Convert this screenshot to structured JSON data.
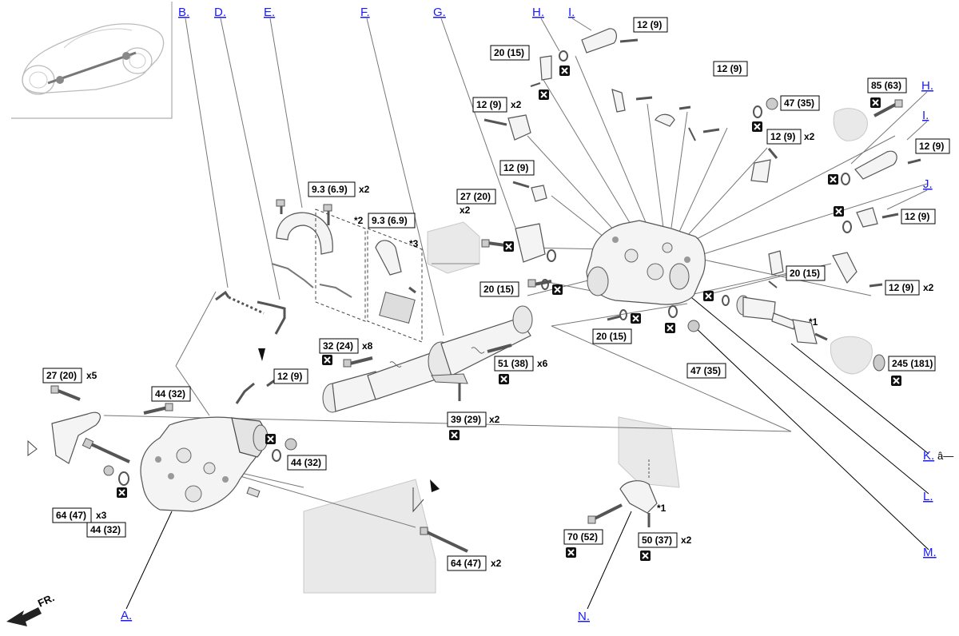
{
  "callouts": {
    "A": "A.",
    "B": "B.",
    "D": "D.",
    "E": "E.",
    "F": "F.",
    "G": "G.",
    "H": "H.",
    "I": "I.",
    "J": "J.",
    "K": "K.",
    "L": "L.",
    "M": "M.",
    "N": "N."
  },
  "k_extra": "â—",
  "torques": {
    "t_27_20_x5": "27 (20)",
    "t_44_32_top": "44 (32)",
    "t_64_47_x3": "64 (47)",
    "t_44_32_bot": "44 (32)",
    "t_44_32_right": "44 (32)",
    "t_64_47_x2": "64 (47)",
    "t_12_9_link": "12 (9)",
    "t_32_24": "32 (24)",
    "t_9_3_a": "9.3 (6.9)",
    "t_9_3_b": "9.3 (6.9)",
    "t_27_20_x2": "27 (20)",
    "t_12_9_g": "12 (9)",
    "t_12_9_x2_g": "12 (9)",
    "t_20_15_h": "20 (15)",
    "t_12_9_i": "12 (9)",
    "t_12_9_mid": "12 (9)",
    "t_20_15_mid": "20 (15)",
    "t_51_38": "51 (38)",
    "t_39_29": "39 (29)",
    "t_20_15_low": "20 (15)",
    "t_47_35_low": "47 (35)",
    "t_47_35_top": "47 (35)",
    "t_12_9_x2_r": "12 (9)",
    "t_85_63": "85 (63)",
    "t_12_9_ir": "12 (9)",
    "t_12_9_j": "12 (9)",
    "t_20_15_r": "20 (15)",
    "t_12_9_x2_rr": "12 (9)",
    "t_245_181": "245 (181)",
    "t_70_52": "70 (52)",
    "t_50_37": "50 (37)"
  },
  "mult": {
    "x5": "x5",
    "x3": "x3",
    "x2_a": "x2",
    "x8": "x8",
    "x2_b": "x2",
    "x2_c": "x2",
    "x2_d": "x2",
    "x6": "x6",
    "x2_e": "x2",
    "x2_f": "x2",
    "x2_g": "x2",
    "x2_h": "x2"
  },
  "notes": {
    "n1a": "*1",
    "n1b": "*1",
    "n2": "*2",
    "n3": "*3"
  },
  "front_label": "FR."
}
